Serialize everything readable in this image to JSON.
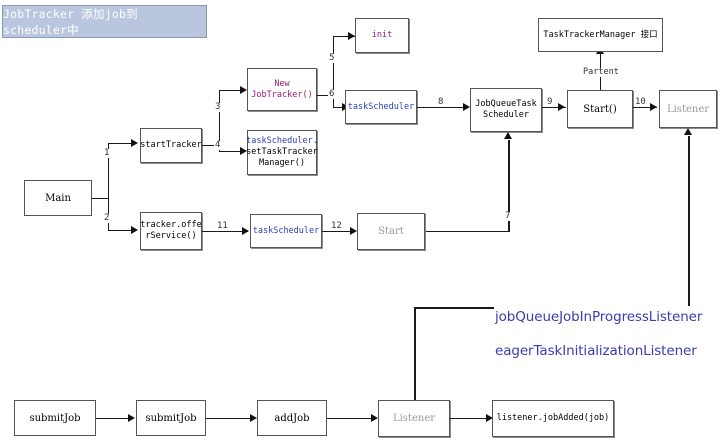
{
  "title": {
    "text": "JobTracker 添加job到 scheduler中",
    "bg_color": "#b9c6de",
    "text_color": "#ffffff"
  },
  "colors": {
    "blue_text": "#2b3fbf",
    "purple_text": "#9b1b6e",
    "grey_text": "#9a9a9a",
    "annotation": "#3b3bb5",
    "line": "#1a1a1a",
    "box_border": "#555555"
  },
  "nodes": {
    "main": {
      "label": "Main"
    },
    "start_tracker": {
      "label": "startTracker"
    },
    "tracker_offer": {
      "label": "tracker.offe\nrService()"
    },
    "new_jobtracker": {
      "label": "New\nJobTracker()"
    },
    "set_tt_manager": {
      "line1": "taskScheduler.",
      "line2": "setTaskTracker",
      "line3": "Manager()"
    },
    "init": {
      "label": "init"
    },
    "task_scheduler_top": {
      "label": "taskScheduler"
    },
    "job_queue_sched": {
      "label": "JobQueueTask\nScheduler"
    },
    "start_paren": {
      "label": "Start()"
    },
    "listener_top": {
      "label": "Listener"
    },
    "tt_manager": {
      "label": "TaskTrackerManager 接口"
    },
    "task_scheduler_mid": {
      "label": "taskScheduler"
    },
    "start_mid": {
      "label": "Start"
    },
    "submit_job_1": {
      "label": "submitJob"
    },
    "submit_job_2": {
      "label": "submitJob"
    },
    "add_job": {
      "label": "addJob"
    },
    "listener_bottom": {
      "label": "Listener"
    },
    "listener_jobadded": {
      "label": "listener.jobAdded(job)"
    }
  },
  "edges": {
    "e1": {
      "label": "1"
    },
    "e2": {
      "label": "2"
    },
    "e3": {
      "label": "3"
    },
    "e4": {
      "label": "4"
    },
    "e5": {
      "label": "5"
    },
    "e6": {
      "label": "6"
    },
    "e7": {
      "label": "7"
    },
    "e8": {
      "label": "8"
    },
    "e9": {
      "label": "9"
    },
    "e10": {
      "label": "10"
    },
    "e11": {
      "label": "11"
    },
    "e12": {
      "label": "12"
    },
    "parent": {
      "label": "Partent"
    }
  },
  "annotations": {
    "listeners": {
      "line1": "jobQueueJobInProgressListener",
      "line2": "eagerTaskInitializationListener"
    }
  }
}
